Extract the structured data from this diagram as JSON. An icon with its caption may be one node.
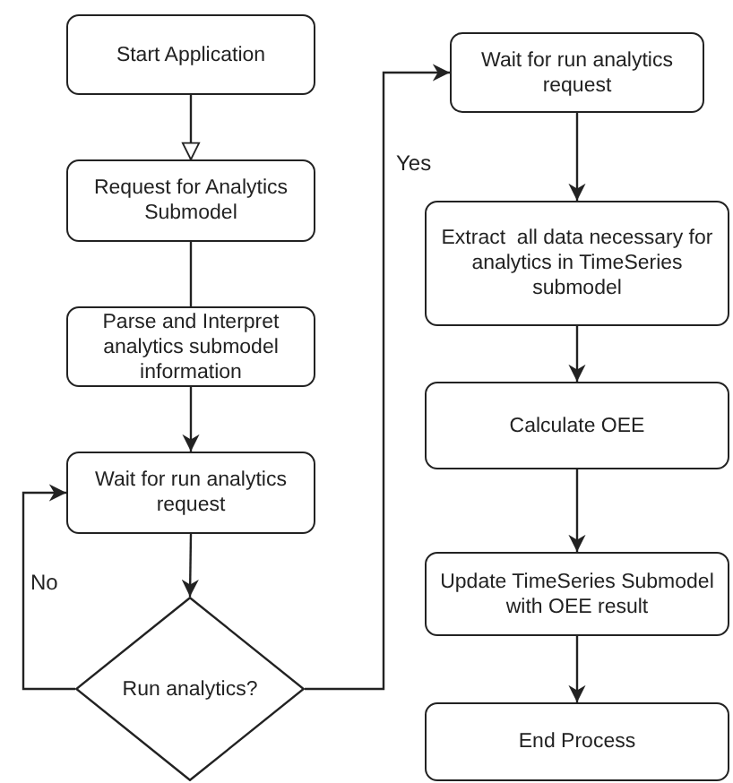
{
  "diagram": {
    "nodes": [
      {
        "text": [
          "Start Application"
        ]
      },
      {
        "text": [
          "Request for Analytics Submodel"
        ]
      },
      {
        "text": [
          "Parse and Interpret analytics submodel information"
        ]
      },
      {
        "text": [
          "Wait for run analytics request"
        ]
      },
      {
        "text": [
          "Run analytics?"
        ]
      },
      {
        "text": [
          "Wait for run analytics request"
        ]
      },
      {
        "text": [
          "Extract  all data necessary for analytics in TimeSeries submodel"
        ]
      },
      {
        "text": [
          "Calculate OEE"
        ]
      },
      {
        "text": [
          "Update TimeSeries Submodel with OEE result"
        ]
      },
      {
        "text": [
          "End Process"
        ]
      }
    ],
    "edges": [
      {
        "from": 0,
        "to": 1,
        "arrow": "to"
      },
      {
        "from": 1,
        "to": 2,
        "arrow": "none"
      },
      {
        "from": 2,
        "to": 3,
        "arrow": "to"
      },
      {
        "from": 3,
        "to": 4,
        "arrow": "to"
      },
      {
        "from": 4,
        "to": 3,
        "arrow": "to",
        "label": "No"
      },
      {
        "from": 4,
        "to": 5,
        "arrow": "to",
        "label": "Yes"
      },
      {
        "from": 5,
        "to": 6,
        "arrow": "to"
      },
      {
        "from": 6,
        "to": 7,
        "arrow": "to"
      },
      {
        "from": 7,
        "to": 8,
        "arrow": "to"
      },
      {
        "from": 8,
        "to": 9,
        "arrow": "to"
      }
    ]
  }
}
